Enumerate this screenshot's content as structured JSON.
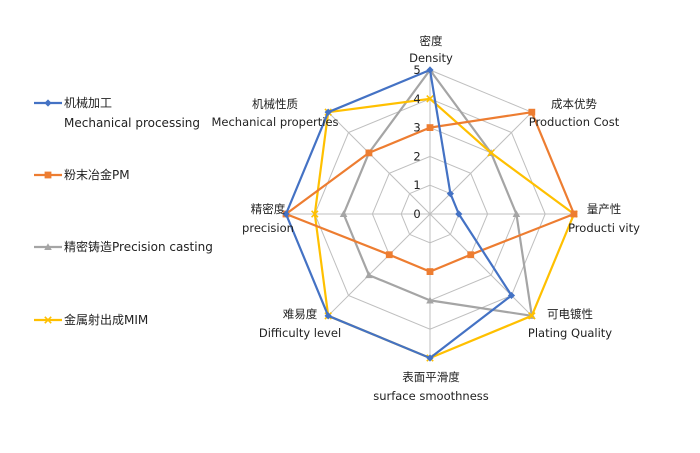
{
  "chart_data": {
    "type": "radar",
    "axes": [
      {
        "cn": "密度",
        "en": "Density"
      },
      {
        "cn": "成本优势",
        "en": "Production Cost"
      },
      {
        "cn": "量产性",
        "en": "Producti vity"
      },
      {
        "cn": "可电镀性",
        "en": "Plating Quality"
      },
      {
        "cn": "表面平滑度",
        "en": "surface smoothness"
      },
      {
        "cn": "难易度",
        "en": "Difficulty level"
      },
      {
        "cn": "精密度",
        "en": "precision"
      },
      {
        "cn": "机械性质",
        "en": "Mechanical properties"
      }
    ],
    "rlim": [
      0,
      5
    ],
    "ticks": [
      "0",
      "1",
      "2",
      "3",
      "4",
      "5"
    ],
    "grid": true,
    "legend_position": "left",
    "series": [
      {
        "name": "机械加工\nMechanical processing",
        "color": "#4472C4",
        "marker": "diamond",
        "values": [
          5,
          1,
          1,
          4,
          5,
          5,
          5,
          5
        ]
      },
      {
        "name": "粉末冶金PM",
        "color": "#ED7D31",
        "marker": "square",
        "values": [
          3,
          5,
          5,
          2,
          2,
          2,
          5,
          3
        ]
      },
      {
        "name": "精密铸造Precision casting",
        "color": "#A5A5A5",
        "marker": "triangle",
        "values": [
          5,
          3,
          3,
          5,
          3,
          3,
          3,
          3
        ]
      },
      {
        "name": "金属射出成MIM",
        "color": "#FFC000",
        "marker": "x",
        "values": [
          4,
          3,
          5,
          5,
          5,
          5,
          4,
          5
        ]
      }
    ]
  }
}
